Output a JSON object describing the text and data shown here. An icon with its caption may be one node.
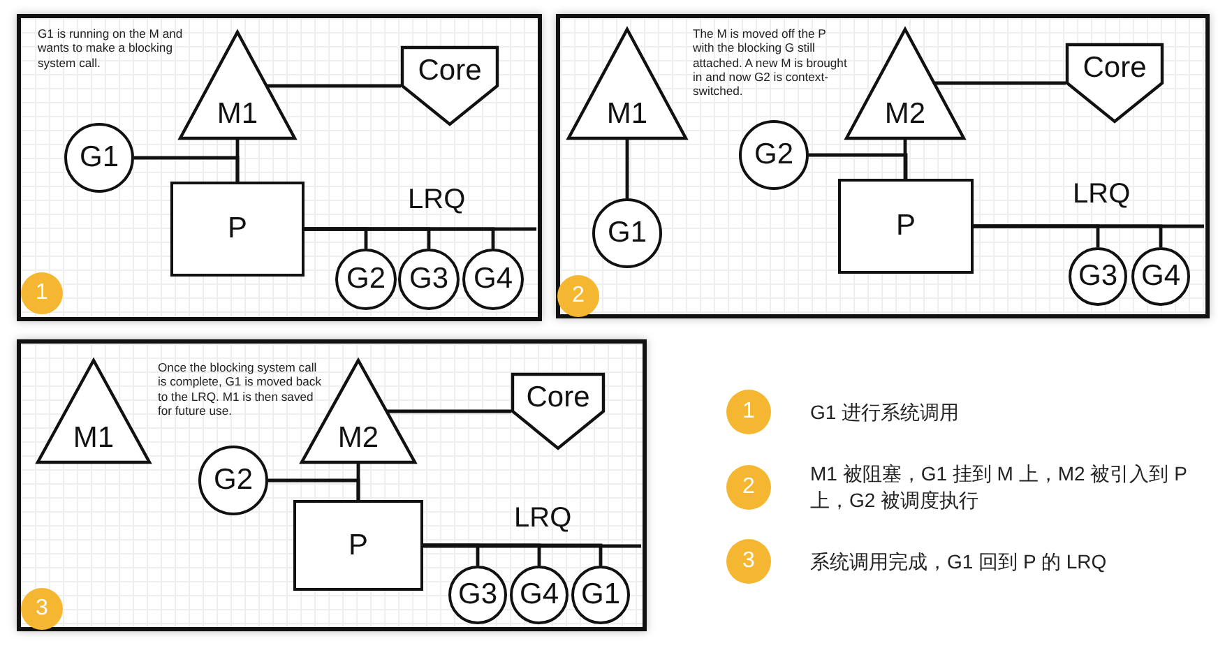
{
  "diagram": {
    "nodes": [
      {
        "text": [
          "G1 is running on the M and wants to make a blocking system call."
        ]
      },
      {
        "text": [
          "M1"
        ],
        "in": 0
      },
      {
        "text": [
          "Core"
        ],
        "in": 0
      },
      {
        "text": [
          "G1"
        ],
        "in": 0
      },
      {
        "text": [
          "P"
        ],
        "in": 0
      },
      {
        "text": [
          "G2"
        ],
        "in": 0
      },
      {
        "text": [
          "G3"
        ],
        "in": 0
      },
      {
        "text": [
          "G4"
        ],
        "in": 0
      },
      {
        "text": [
          "1"
        ],
        "in": 0
      },
      {
        "text": [
          "The M is moved off the P with the blocking G still attached. A new M is brought in and now G2 is context-switched."
        ]
      },
      {
        "text": [
          "M1"
        ],
        "in": 9
      },
      {
        "text": [
          "G1"
        ],
        "in": 9
      },
      {
        "text": [
          "M2"
        ],
        "in": 9
      },
      {
        "text": [
          "Core"
        ],
        "in": 9
      },
      {
        "text": [
          "G2"
        ],
        "in": 9
      },
      {
        "text": [
          "P"
        ],
        "in": 9
      },
      {
        "text": [
          "G3"
        ],
        "in": 9
      },
      {
        "text": [
          "G4"
        ],
        "in": 9
      },
      {
        "text": [
          "2"
        ],
        "in": 9
      },
      {
        "text": [
          "Once the blocking system call is complete, G1 is moved back to the LRQ. M1 is then saved for future use."
        ]
      },
      {
        "text": [
          "M1"
        ],
        "in": 19
      },
      {
        "text": [
          "M2"
        ],
        "in": 19
      },
      {
        "text": [
          "Core"
        ],
        "in": 19
      },
      {
        "text": [
          "G2"
        ],
        "in": 19
      },
      {
        "text": [
          "P"
        ],
        "in": 19
      },
      {
        "text": [
          "G3"
        ],
        "in": 19
      },
      {
        "text": [
          "G4"
        ],
        "in": 19
      },
      {
        "text": [
          "G1"
        ],
        "in": 19
      },
      {
        "text": [
          "3"
        ],
        "in": 19
      },
      {
        "text": [
          "1"
        ],
        "beside": [
          "G1 进行系统调用"
        ]
      },
      {
        "text": [
          "2"
        ],
        "beside": [
          "M1 被阻塞，G1 挂到 M 上，M2 被引入到 P 上，G2 被调度执行"
        ]
      },
      {
        "text": [
          "3"
        ],
        "beside": [
          "系统调用完成，G1 回到 P 的 LRQ"
        ]
      }
    ],
    "edges": [
      {
        "from": 1,
        "to": 2,
        "arrow": "none"
      },
      {
        "from": 1,
        "to": 4,
        "arrow": "none"
      },
      {
        "from": 3,
        "to": 4,
        "arrow": "none"
      },
      {
        "from": 4,
        "to": 5,
        "arrow": "none"
      },
      {
        "from": 4,
        "to": 6,
        "arrow": "none"
      },
      {
        "from": 4,
        "to": 7,
        "arrow": "none"
      },
      {
        "from": 10,
        "to": 11,
        "arrow": "none"
      },
      {
        "from": 12,
        "to": 13,
        "arrow": "none"
      },
      {
        "from": 12,
        "to": 15,
        "arrow": "none"
      },
      {
        "from": 14,
        "to": 15,
        "arrow": "none"
      },
      {
        "from": 15,
        "to": 16,
        "arrow": "none"
      },
      {
        "from": 15,
        "to": 17,
        "arrow": "none"
      },
      {
        "from": 21,
        "to": 22,
        "arrow": "none"
      },
      {
        "from": 21,
        "to": 24,
        "arrow": "none"
      },
      {
        "from": 23,
        "to": 24,
        "arrow": "none"
      },
      {
        "from": 24,
        "to": 25,
        "arrow": "none"
      },
      {
        "from": 24,
        "to": 26,
        "arrow": "none"
      },
      {
        "from": 24,
        "to": 27,
        "arrow": "none"
      }
    ],
    "labels": [
      "LRQ",
      "LRQ",
      "LRQ"
    ]
  }
}
